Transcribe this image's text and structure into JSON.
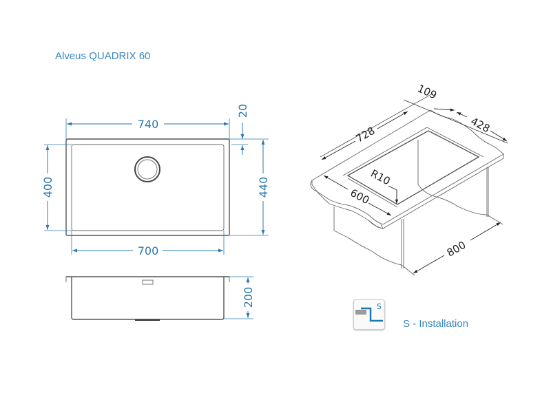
{
  "title": "Alveus QUADRIX 60",
  "top_view": {
    "outer_width": "740",
    "inner_width": "700",
    "inner_depth": "400",
    "outer_depth": "440",
    "rim": "20"
  },
  "side_view": {
    "height": "200"
  },
  "iso_view": {
    "frame_length": "728",
    "offset": "109",
    "cutout_depth": "428",
    "radius": "R10",
    "cabinet_depth": "600",
    "cabinet_width": "800"
  },
  "legend": {
    "icon_letter": "S",
    "label": "S - Installation",
    "accent": "#1a78b4"
  }
}
